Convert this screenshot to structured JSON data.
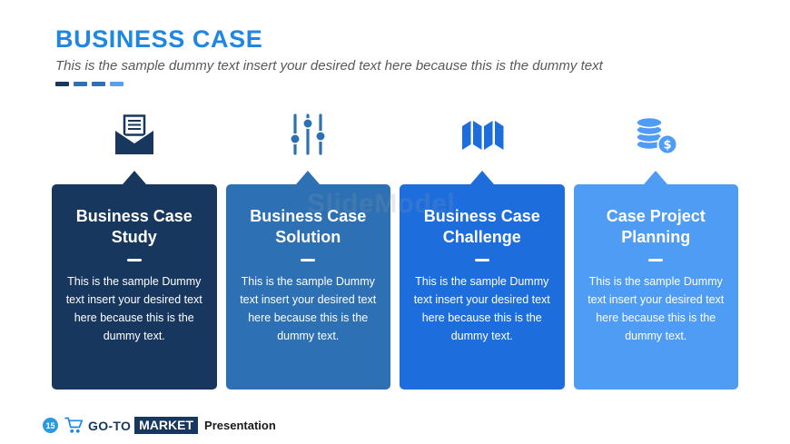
{
  "header": {
    "title": "BUSINESS CASE",
    "subtitle": "This is the sample dummy text insert your desired text here because this is the dummy text"
  },
  "accent_dashes": [
    "#17375E",
    "#2D70B3",
    "#2D70B3",
    "#55A0F2"
  ],
  "watermark": "SlideModel",
  "cards": [
    {
      "title": "Business Case Study",
      "body": "This is the sample Dummy text insert your desired text here because this is the dummy text.",
      "color": "#17375E",
      "icon": "envelope-document-icon"
    },
    {
      "title": "Business Case Solution",
      "body": "This is the sample Dummy text insert your desired text here because this is the dummy text.",
      "color": "#2D70B3",
      "icon": "sliders-icon"
    },
    {
      "title": "Business Case Challenge",
      "body": "This is the sample Dummy text insert your desired text here because this is the dummy text.",
      "color": "#1D6EDC",
      "icon": "map-icon"
    },
    {
      "title": "Case Project Planning",
      "body": "This is the sample Dummy text insert your desired text here because this is the dummy text.",
      "color": "#4F9CF5",
      "icon": "coins-icon"
    }
  ],
  "footer": {
    "page_number": "15",
    "brand_goto": "GO-TO",
    "brand_market": "MARKET",
    "brand_suffix": "Presentation"
  },
  "colors": {
    "title_blue": "#1E87E4",
    "footer_circle_blue": "#2A9BE0",
    "brand_navy": "#17375E"
  }
}
